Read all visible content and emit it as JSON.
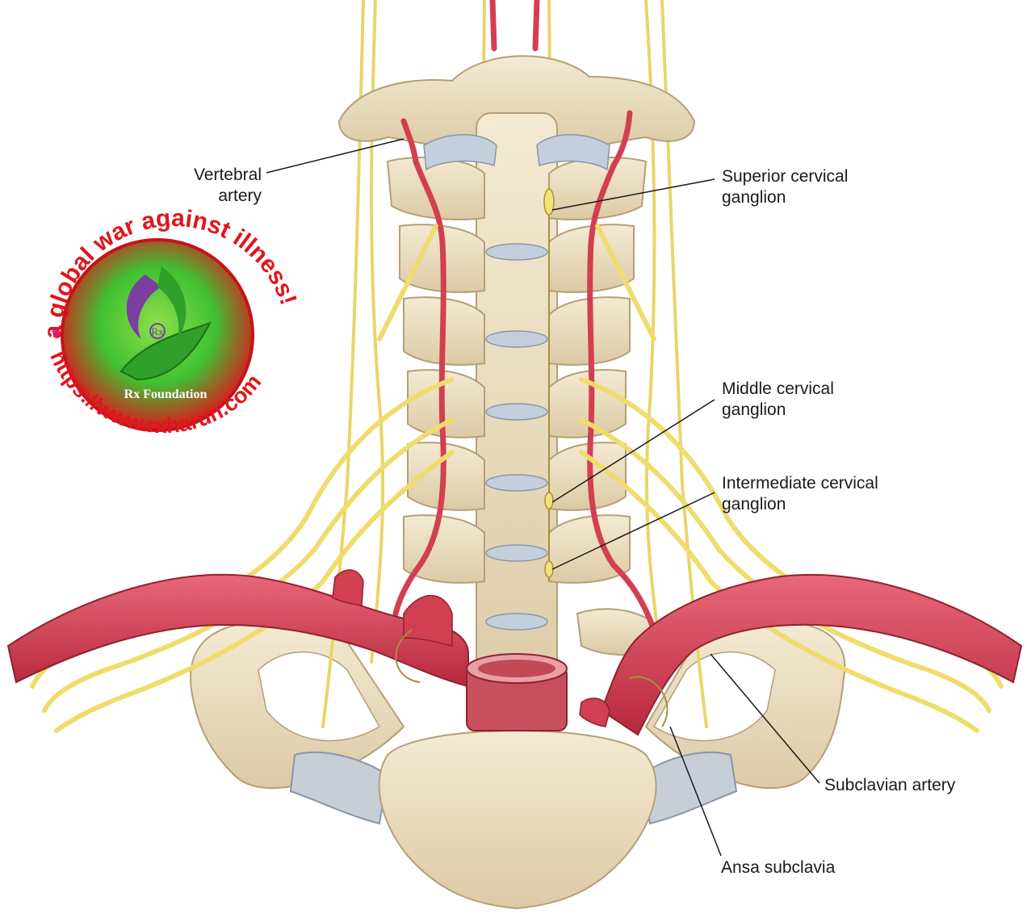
{
  "labels": {
    "vertebral_artery": [
      "Vertebral",
      "artery"
    ],
    "superior_cervical_ganglion": [
      "Superior cervical",
      "ganglion"
    ],
    "middle_cervical_ganglion": [
      "Middle cervical",
      "ganglion"
    ],
    "intermediate_cervical_ganglion": [
      "Intermediate cervical",
      "ganglion"
    ],
    "subclavian_artery": [
      "Subclavian artery"
    ],
    "ansa_subclavia": [
      "Ansa subclavia"
    ]
  },
  "logo": {
    "arc_text_top": "a global war against illness!",
    "arc_text_bottom": "https://www.rxharun.com",
    "center_text": "Rx Foundation",
    "monogram": "Rx",
    "star": "★"
  },
  "colors": {
    "bone": "#efe2c6",
    "bone_shadow": "#d8c6a2",
    "disc": "#b9c7d6",
    "artery": "#d9475a",
    "artery_dark": "#a9283a",
    "nerve": "#f2e27a",
    "nerve_outline": "#b8a23c",
    "logo_red": "#e0161d",
    "logo_green": "#3fc132",
    "logo_pink": "#e8157f",
    "leader": "#1a1a1a"
  }
}
